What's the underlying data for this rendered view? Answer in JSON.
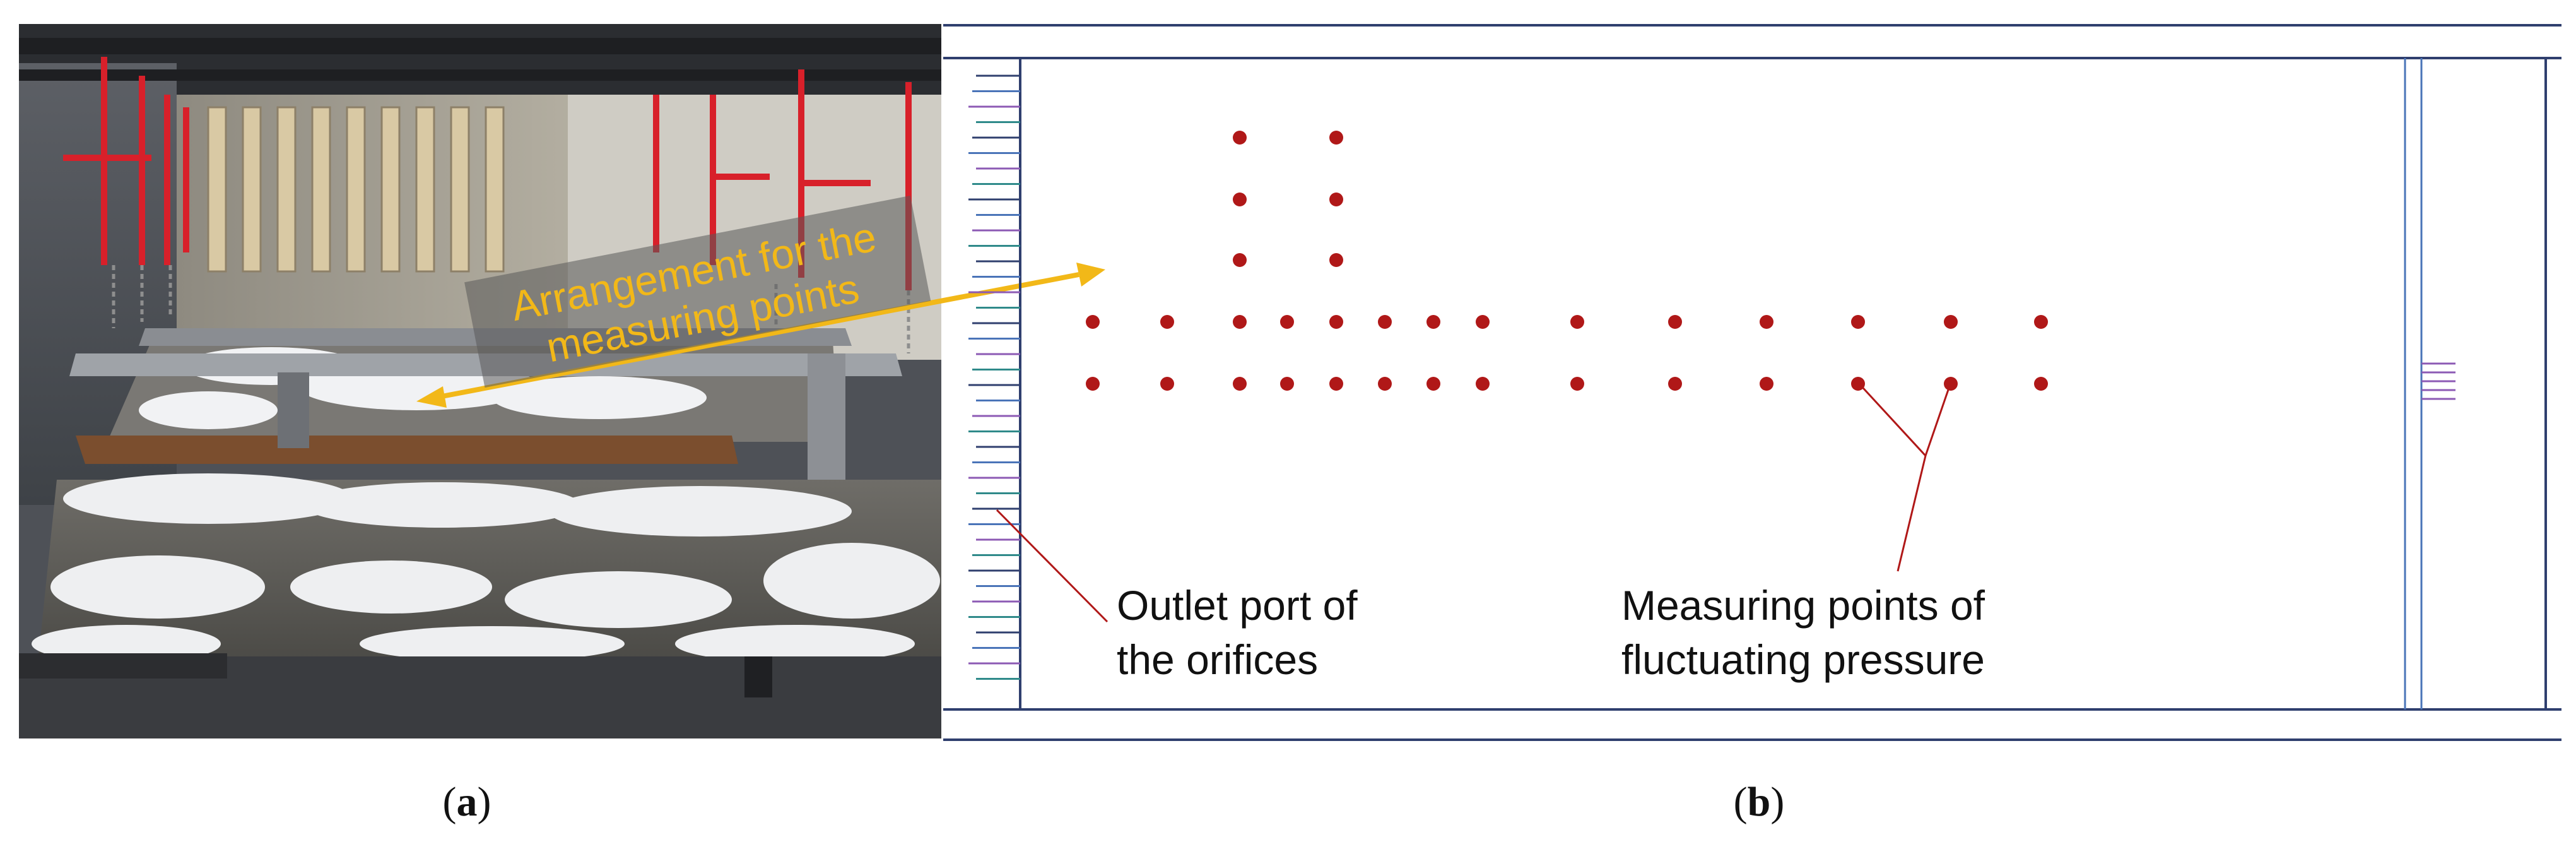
{
  "panel_a": {
    "caption_open": "(",
    "caption_letter": "a",
    "caption_close": ")",
    "annotation_line1": "Arrangement for the",
    "annotation_line2": "measuring points",
    "annotation_color": "#f2b818"
  },
  "panel_b": {
    "caption_open": "(",
    "caption_letter": "b",
    "caption_close": ")",
    "outlet_label_line1": "Outlet port of",
    "outlet_label_line2": "the orifices",
    "measuring_label_line1": "Measuring points of",
    "measuring_label_line2": "fluctuating pressure",
    "frame_color": "#2f3f6e",
    "point_color": "#b01818",
    "leader_color": "#b01818",
    "outlet_mark_color": "#8c5ab4"
  }
}
